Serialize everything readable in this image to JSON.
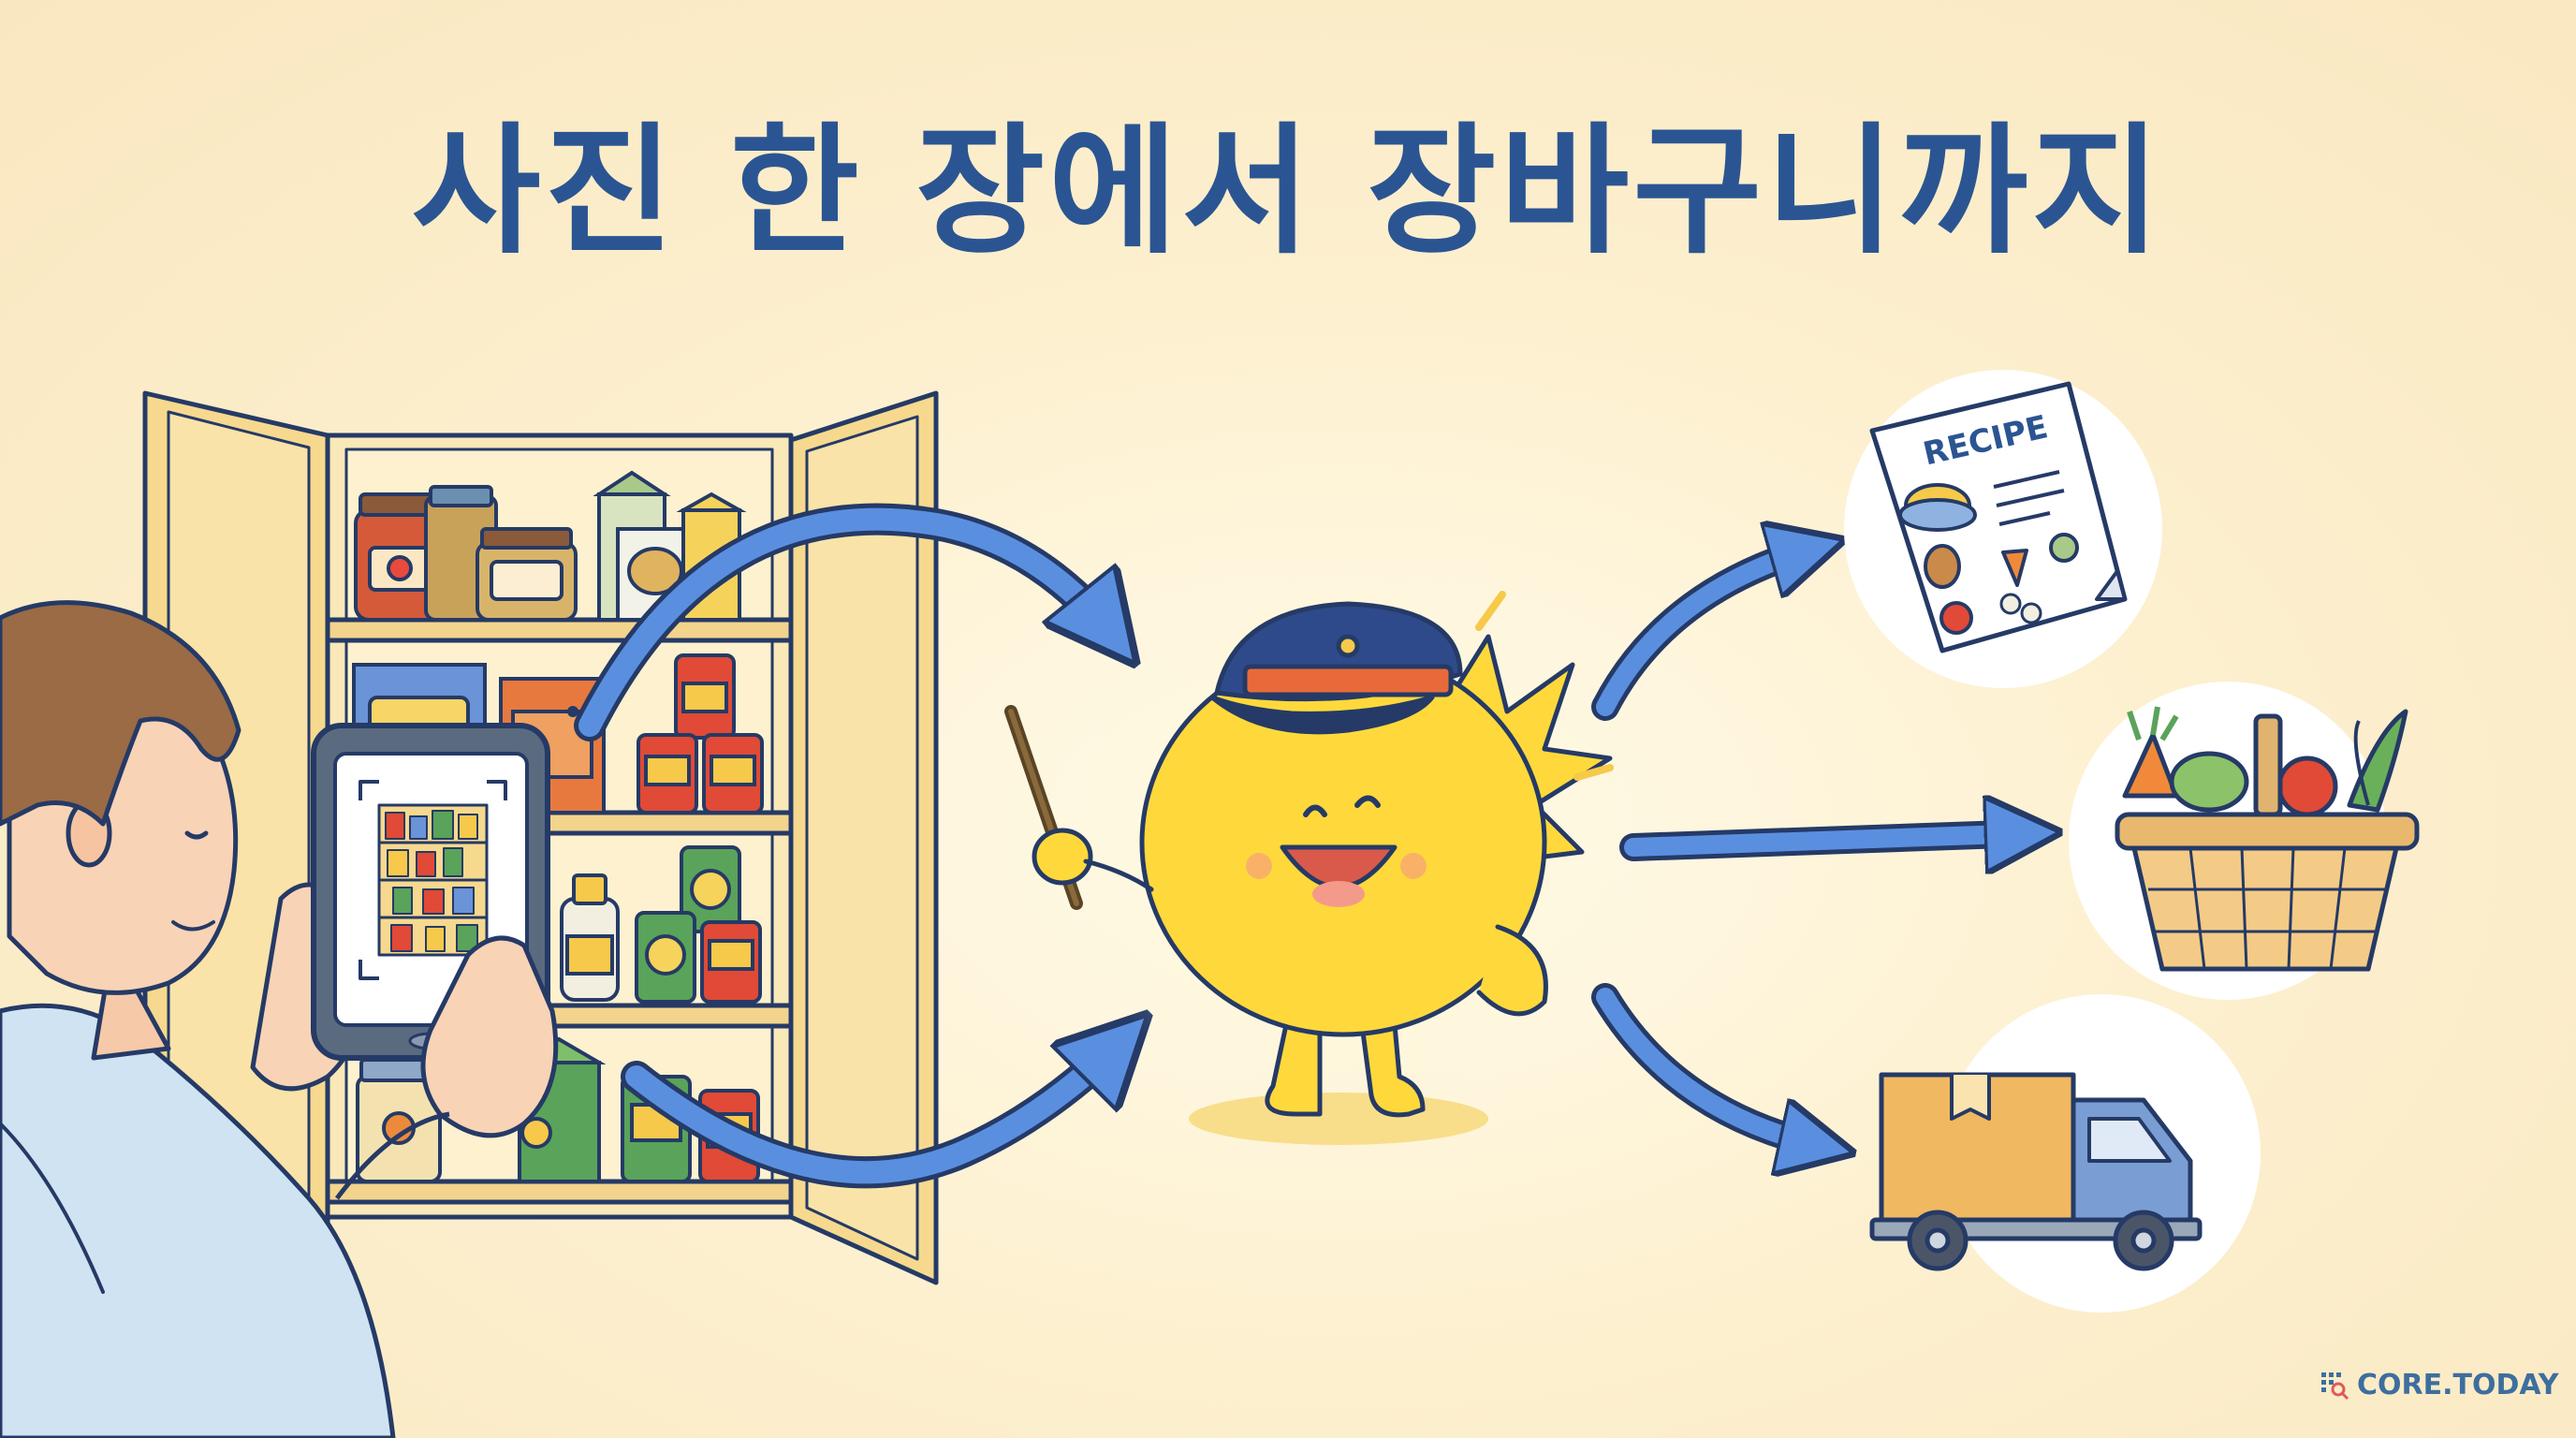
{
  "title": "사진 한 장에서 장바구니까지",
  "recipe_label": "RECIPE",
  "brand": {
    "name": "CORE.TODAY",
    "icon": "grid-magnifier-icon"
  },
  "colors": {
    "title": "#2b5592",
    "arrow": "#5a8fe0",
    "outline": "#253a66",
    "cabinet": "#f9e3a8",
    "mascot": "#ffd93b",
    "circle_bg": "#ffffff"
  }
}
